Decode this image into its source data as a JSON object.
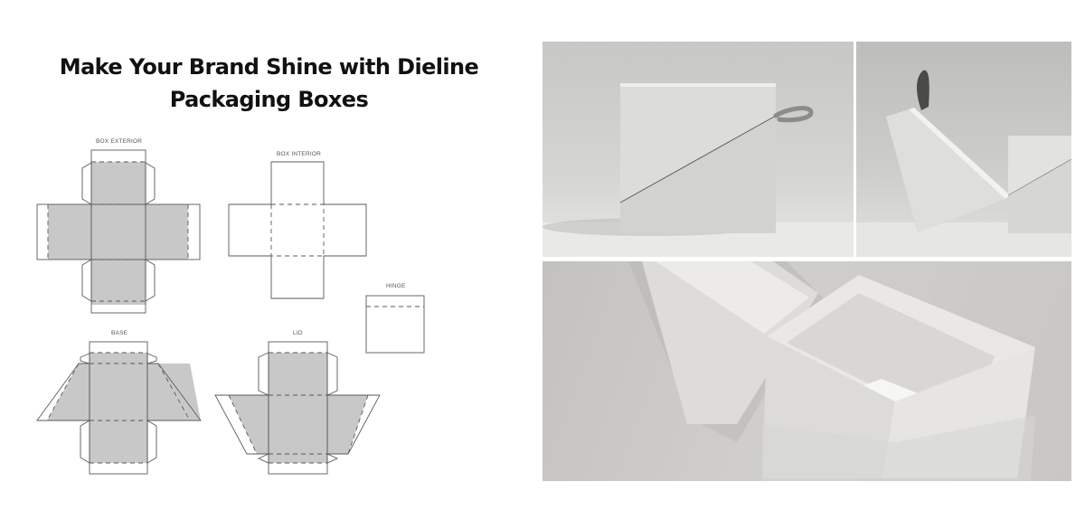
{
  "header": {
    "title_line1": "Make Your Brand Shine with Dieline",
    "title_line2": "Packaging Boxes"
  },
  "dielines": {
    "colors": {
      "fill": "#c8c8c8",
      "stroke": "#5a5a5a",
      "paper": "#ffffff"
    },
    "labels": {
      "box_exterior": "BOX EXTERIOR",
      "box_interior": "BOX INTERIOR",
      "hinge": "HINGE",
      "base": "BASE",
      "lid": "LID"
    }
  },
  "photos": [
    {
      "name": "closed-diagonal-box",
      "description": "White closed box with diagonal split line and grey ribbon pull tab"
    },
    {
      "name": "opening-box",
      "description": "White box opening along diagonal hinge with dark ribbon tab"
    },
    {
      "name": "open-box-interior",
      "description": "Open white box showing interior cavity and hinged lid"
    }
  ]
}
